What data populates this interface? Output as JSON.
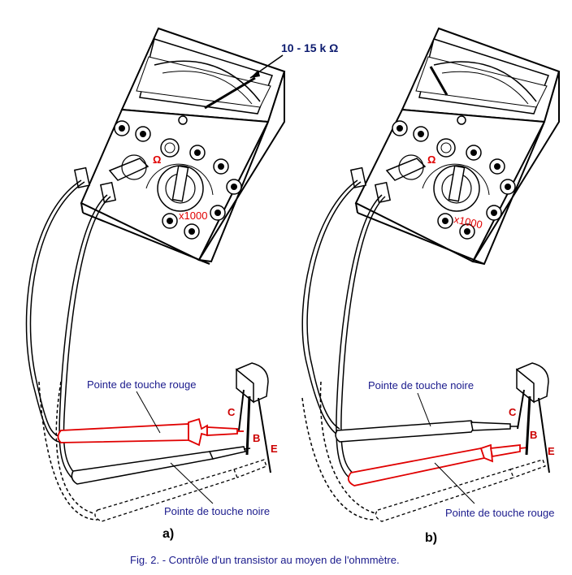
{
  "figure": {
    "caption": "Fig. 2. - Contrôle d'un transistor au moyen de l'ohmmètre.",
    "colors": {
      "label_blue": "#1a1a8c",
      "probe_red": "#e00000",
      "pin_red": "#cc0000"
    }
  },
  "panel_a": {
    "sublabel": "a)",
    "reading": "10 - 15 k Ω",
    "range": "x1000",
    "selector_mark": "Ω",
    "upper_probe_label": "Pointe de touche rouge",
    "lower_probe_label": "Pointe de touche noire",
    "pins": {
      "c": "C",
      "b": "B",
      "e": "E"
    }
  },
  "panel_b": {
    "sublabel": "b)",
    "range": "x1000",
    "selector_mark": "Ω",
    "upper_probe_label": "Pointe de touche noire",
    "lower_probe_label": "Pointe de touche rouge",
    "pins": {
      "c": "C",
      "b": "B",
      "e": "E"
    }
  }
}
